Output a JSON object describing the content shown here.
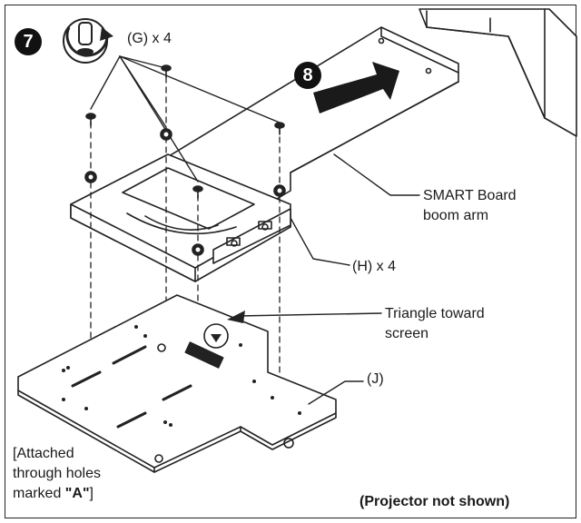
{
  "steps": {
    "step7": "7",
    "step8": "8"
  },
  "icons": {
    "tighten": "clockwise-screwdriver-icon",
    "direction": "arrow-right-icon"
  },
  "labels": {
    "g_count": "(G) x 4",
    "h_count": "(H) x 4",
    "boom_arm_line1": "SMART Board",
    "boom_arm_line2": "boom arm",
    "triangle_line1": "Triangle toward",
    "triangle_line2": "screen",
    "j_label": "(J)",
    "attached_line1": "[Attached",
    "attached_line2": "through holes",
    "attached_line3_prefix": "marked ",
    "attached_line3_mark": "\"A\"",
    "attached_line3_suffix": "]",
    "projector_note": "(Projector not shown)"
  },
  "colors": {
    "line": "#222222",
    "badge": "#111111",
    "arrow": "#1a1a1a",
    "fill": "#ffffff"
  }
}
